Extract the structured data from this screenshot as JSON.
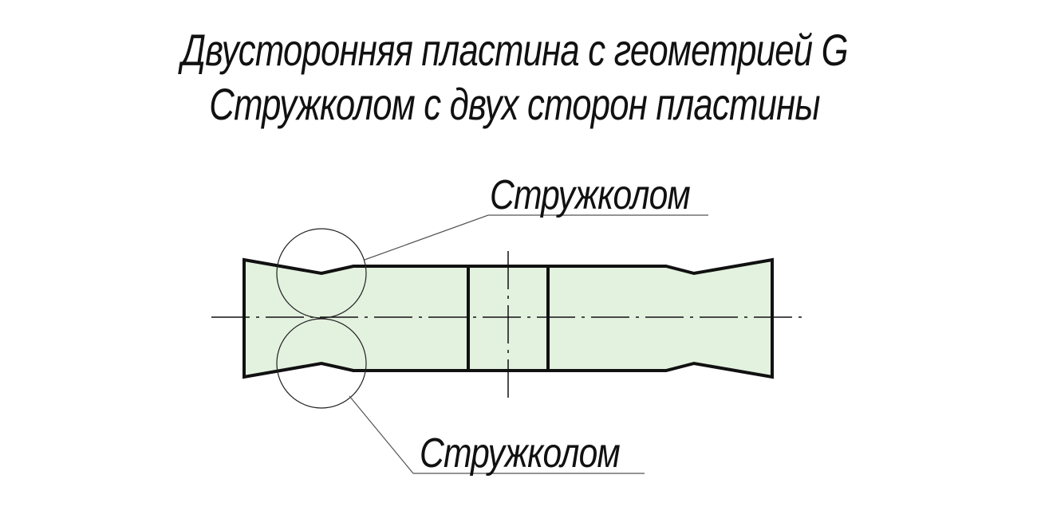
{
  "title": {
    "line1": "Двусторонняя пластина с геометрией G",
    "line2": "Стружколом с двух сторон пластины"
  },
  "callouts": {
    "top": "Стружколом",
    "bottom": "Стружколом"
  },
  "colors": {
    "insert_fill": "#e3f1df",
    "outline": "#111111",
    "leader": "#555555",
    "centerline": "#111111"
  }
}
